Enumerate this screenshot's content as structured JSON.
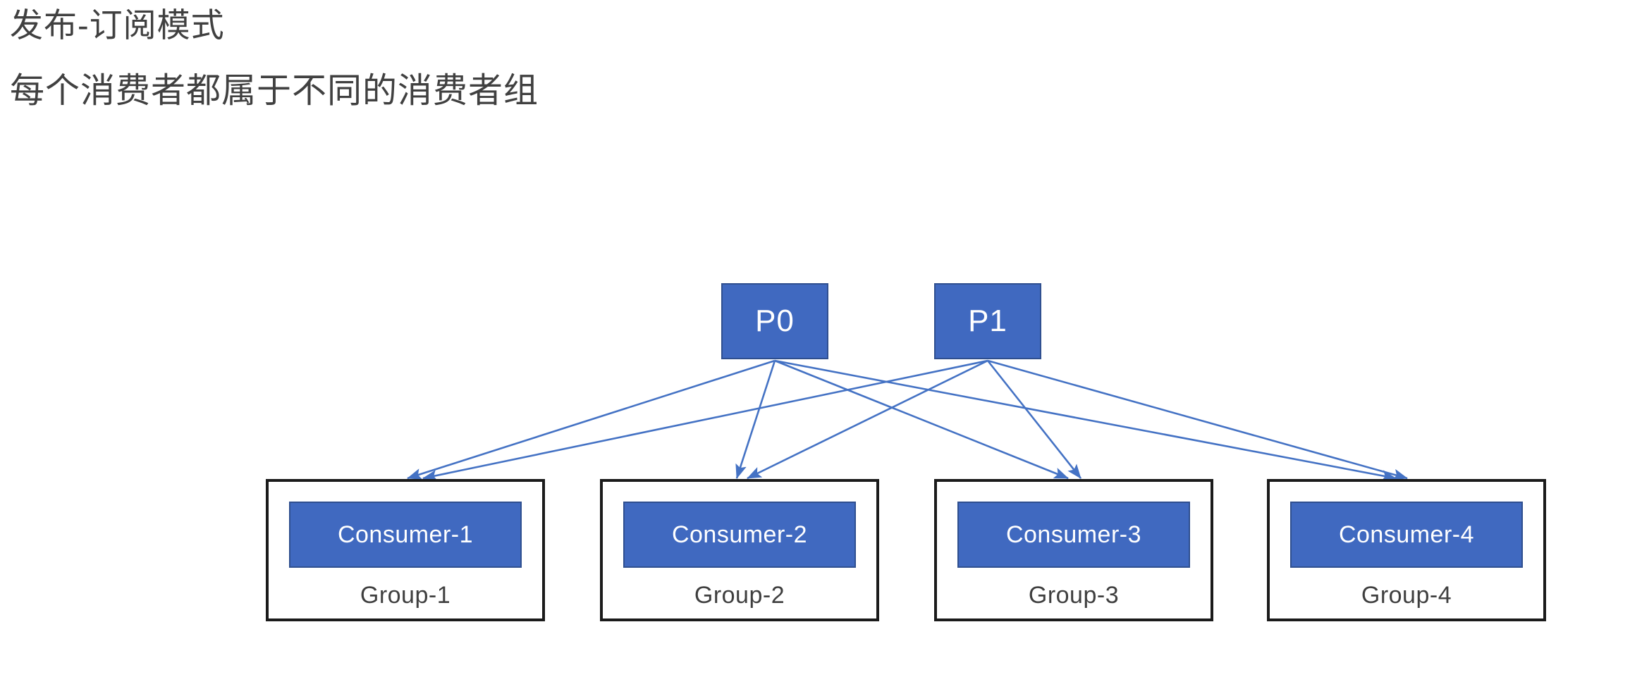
{
  "slide": {
    "background_color": "#ffffff",
    "headings": [
      {
        "text": "发布-订阅模式"
      },
      {
        "text": "每个消费者都属于不同的消费者组"
      }
    ]
  },
  "colors": {
    "node_fill": "#4069c0",
    "node_border": "#2f4f8f",
    "node_text": "#ffffff",
    "group_border": "#1b1b1b",
    "arrow": "#4472c4",
    "heading_text": "#404040"
  },
  "diagram": {
    "type": "publish-subscribe-topology",
    "producers": [
      {
        "id": "p0",
        "label": "P0"
      },
      {
        "id": "p1",
        "label": "P1"
      }
    ],
    "groups": [
      {
        "id": "group-1",
        "consumer_label": "Consumer-1",
        "group_label": "Group-1"
      },
      {
        "id": "group-2",
        "consumer_label": "Consumer-2",
        "group_label": "Group-2"
      },
      {
        "id": "group-3",
        "consumer_label": "Consumer-3",
        "group_label": "Group-3"
      },
      {
        "id": "group-4",
        "consumer_label": "Consumer-4",
        "group_label": "Group-4"
      }
    ],
    "edges": [
      {
        "from": "p0",
        "to": "group-1"
      },
      {
        "from": "p0",
        "to": "group-2"
      },
      {
        "from": "p0",
        "to": "group-3"
      },
      {
        "from": "p0",
        "to": "group-4"
      },
      {
        "from": "p1",
        "to": "group-1"
      },
      {
        "from": "p1",
        "to": "group-2"
      },
      {
        "from": "p1",
        "to": "group-3"
      },
      {
        "from": "p1",
        "to": "group-4"
      }
    ]
  }
}
